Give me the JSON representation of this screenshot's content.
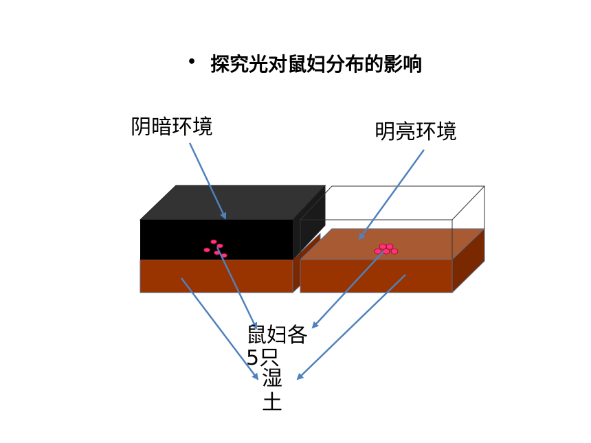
{
  "title": "探究光对鼠妇分布的影响",
  "bullet": "•",
  "labels": {
    "dark_environment": "阴暗环境",
    "bright_environment": "明亮环境",
    "woodlouse_count": "鼠妇各5只",
    "moist_soil": "湿土"
  },
  "colors": {
    "soil_front": "#993300",
    "soil_side": "#7a2800",
    "dark_box_top": "#333333",
    "dark_box_front": "#000000",
    "bright_soil_top": "#a85b33",
    "woodlouse": "#ff3377",
    "arrow": "#4f81bd"
  }
}
